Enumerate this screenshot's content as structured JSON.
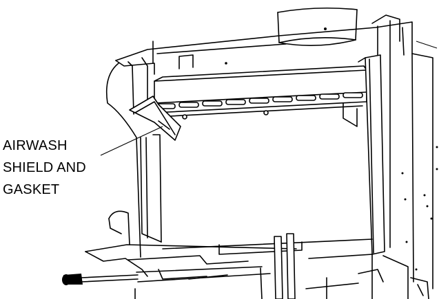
{
  "callout": {
    "lines": [
      "AIRWASH",
      "SHIELD AND",
      "GASKET"
    ]
  },
  "colors": {
    "ink": "#000000",
    "paper": "#ffffff"
  }
}
